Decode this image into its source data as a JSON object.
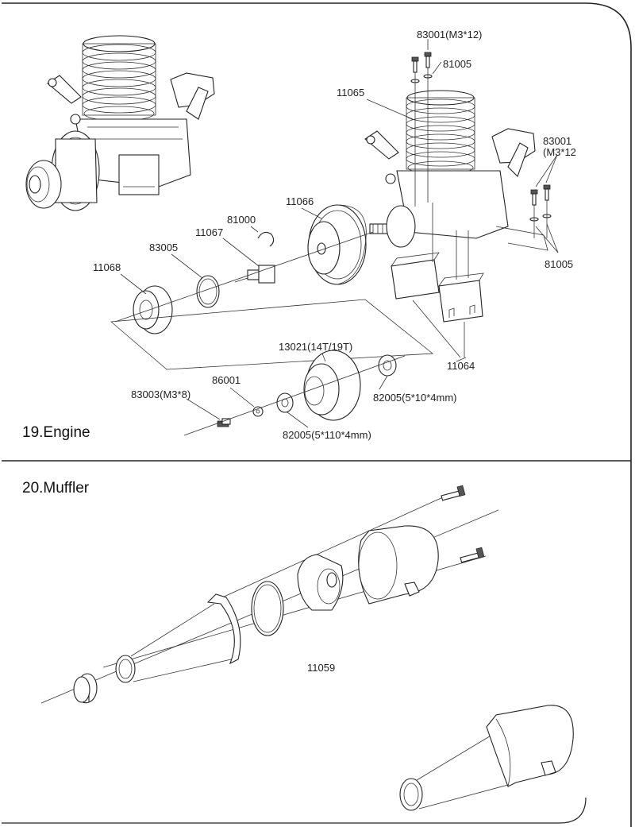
{
  "sections": {
    "engine": {
      "title": "19.Engine",
      "labels": {
        "p83001_top": "83001(M3*12)",
        "p81005_top": "81005",
        "p11065": "11065",
        "p83001_right_a": "83001",
        "p83001_right_b": "(M3*12",
        "p11066": "11066",
        "p81000": "81000",
        "p11067": "11067",
        "p83005": "83005",
        "p11068": "11068",
        "p81005_right": "81005",
        "p11064": "11064",
        "p13021": "13021(14T/19T)",
        "p86001": "86001",
        "p83003": "83003(M3*8)",
        "p82005_right": "82005(5*10*4mm)",
        "p82005_bottom": "82005(5*110*4mm)"
      }
    },
    "muffler": {
      "title": "20.Muffler",
      "labels": {
        "p11059": "11059"
      }
    }
  },
  "colors": {
    "ink": "#222222",
    "paper": "#ffffff",
    "frame": "#222222"
  }
}
